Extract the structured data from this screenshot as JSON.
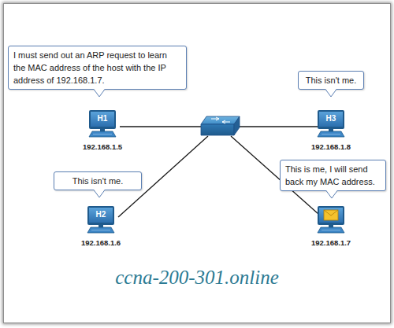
{
  "diagram": {
    "nodes": [
      {
        "text": [
          "I must send out an ARP request to learn the MAC address of the host with the IP address of 192.168.1.7."
        ]
      },
      {
        "text": [
          "This isn't me."
        ]
      },
      {
        "text": [
          "H1",
          "192.168.1.5"
        ]
      },
      {
        "text": [
          "H3",
          "192.168.1.8"
        ]
      },
      {
        "text": [
          "This isn't me."
        ]
      },
      {
        "text": [
          "This is me, I will send back my MAC address."
        ]
      },
      {
        "text": [
          "H2",
          "192.168.1.6"
        ]
      },
      {
        "text": [
          "192.168.1.7"
        ]
      }
    ],
    "labels": [
      "ccna-200-301.online"
    ]
  }
}
